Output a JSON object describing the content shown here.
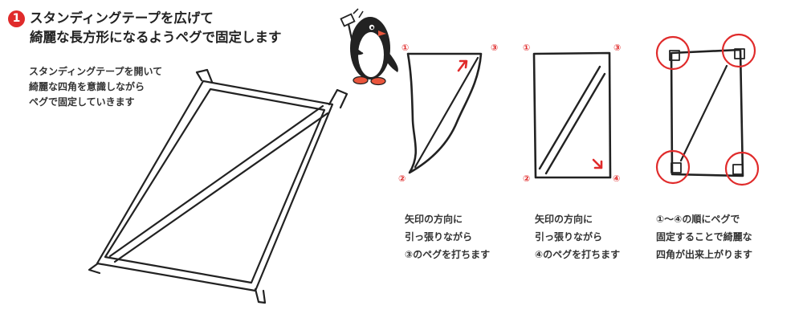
{
  "step": {
    "number": "1"
  },
  "title": {
    "line1": "スタンディングテープを広げて",
    "line2": "綺麗な長方形になるようペグで固定します"
  },
  "description": {
    "line1": "スタンディングテープを開いて",
    "line2": "綺麗な四角を意識しながら",
    "line3": "ペグで固定していきます"
  },
  "panels": [
    {
      "corner_top_left": "①",
      "corner_top_right": "③",
      "corner_bottom_left": "②",
      "caption": [
        "矢印の方向に",
        "引っ張りながら",
        "③のペグを打ちます"
      ]
    },
    {
      "corner_top_left": "①",
      "corner_top_right": "③",
      "corner_bottom_left": "②",
      "corner_bottom_right": "④",
      "caption": [
        "矢印の方向に",
        "引っ張りながら",
        "④のペグを打ちます"
      ]
    },
    {
      "caption": [
        "①〜④の順にペグで",
        "固定することで綺麗な",
        "四角が出来上がります"
      ]
    }
  ],
  "colors": {
    "accent": "#e02b2b",
    "ink": "#222222",
    "penguin_beak": "#e9553c"
  }
}
